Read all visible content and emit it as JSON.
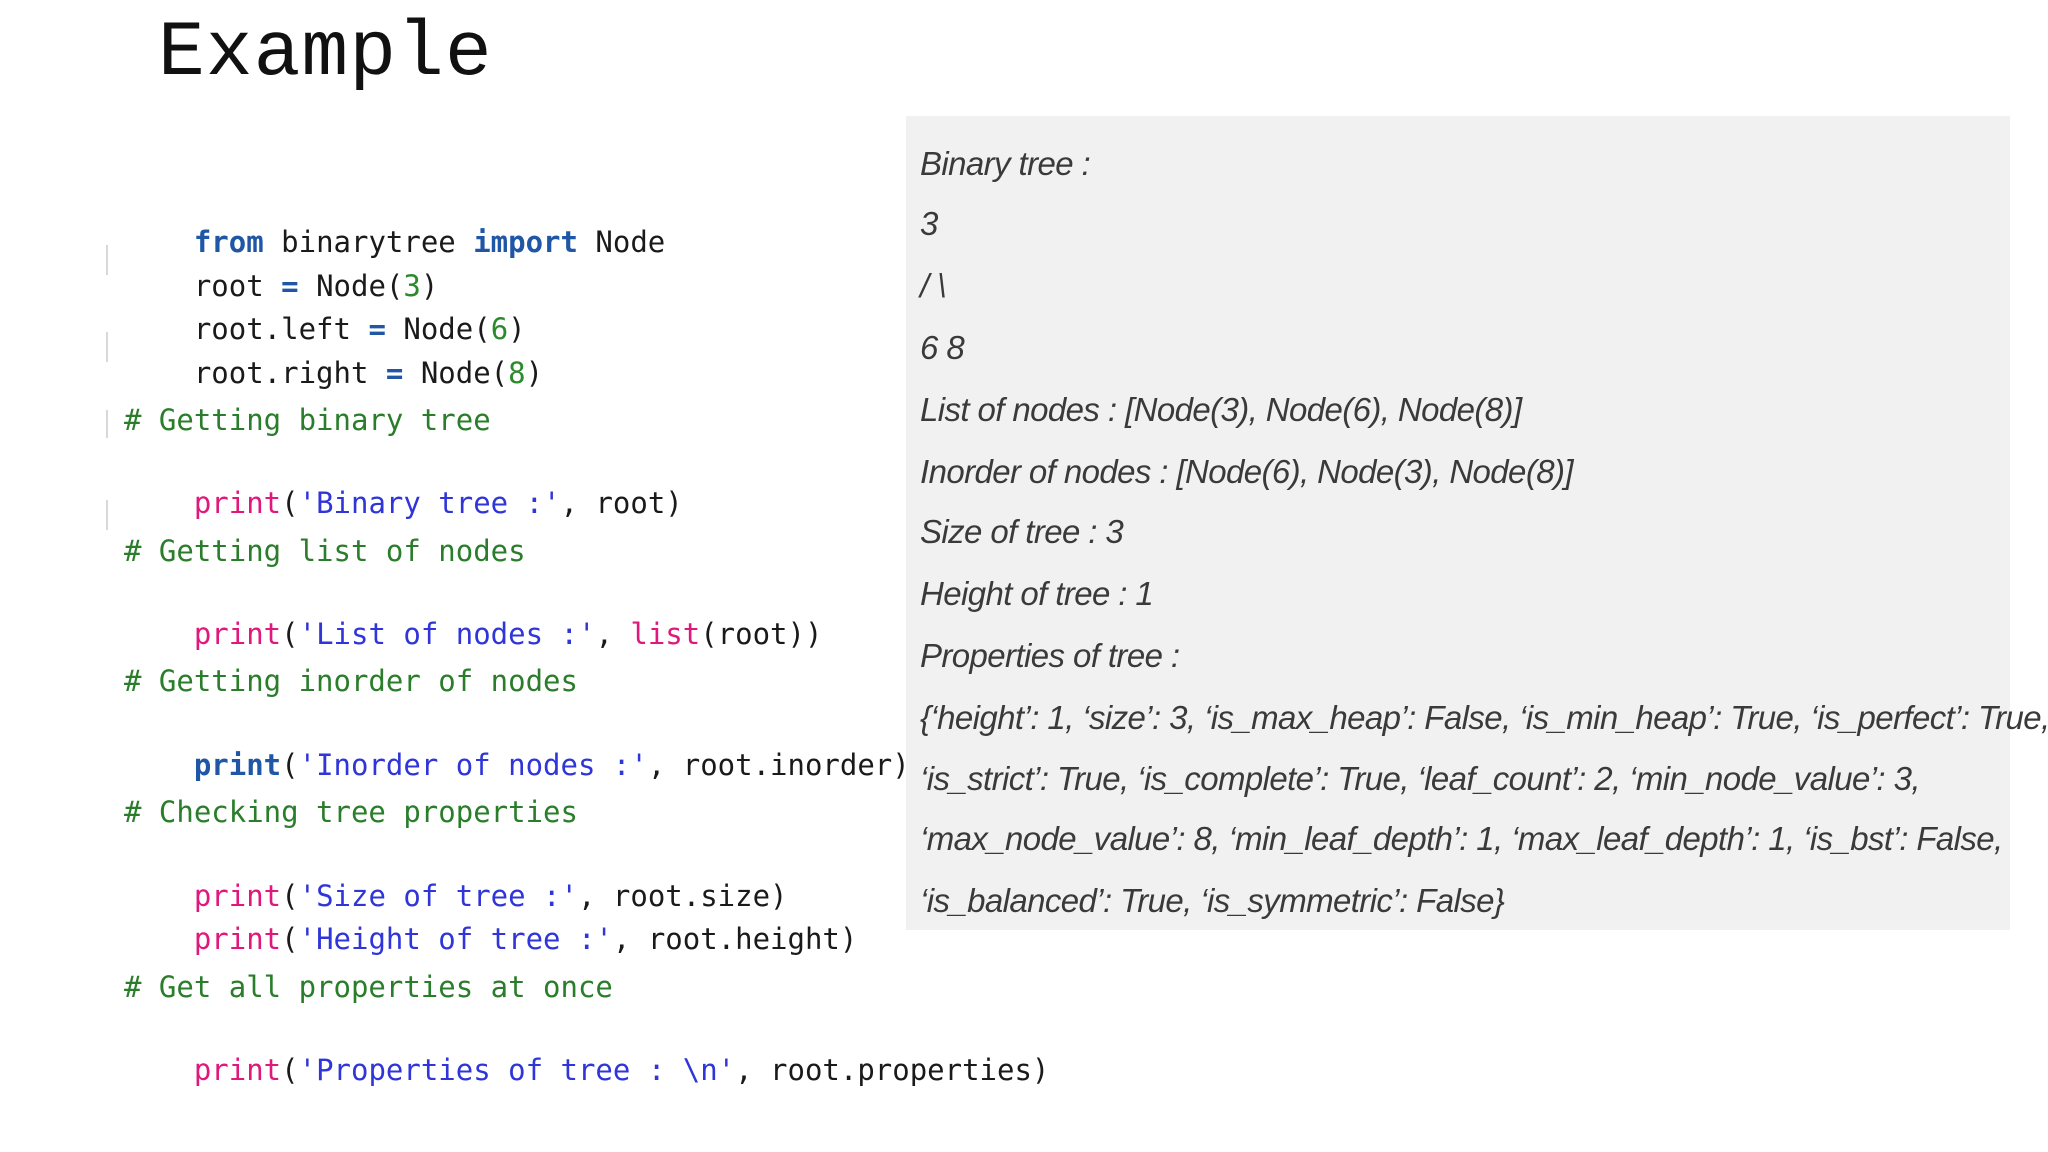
{
  "slide": {
    "title": "Example"
  },
  "code": {
    "l1": {
      "kw_from": "from",
      "module": " binarytree ",
      "kw_import": "import",
      "name": " Node"
    },
    "l2": {
      "a": "root ",
      "op": "=",
      "b": " Node(",
      "num": "3",
      "c": ")"
    },
    "l3": {
      "a": "root.left ",
      "op": "=",
      "b": " Node(",
      "num": "6",
      "c": ")"
    },
    "l4": {
      "a": "root.right ",
      "op": "=",
      "b": " Node(",
      "num": "8",
      "c": ")"
    },
    "c1": "# Getting binary tree",
    "p1": {
      "fn": "print",
      "open": "(",
      "str": "'Binary tree :'",
      "rest": ", root)"
    },
    "c2": "# Getting list of nodes",
    "p2": {
      "fn": "print",
      "open": "(",
      "str": "'List of nodes :'",
      "sep": ", ",
      "fn2": "list",
      "rest": "(root))"
    },
    "c3": "# Getting inorder of nodes",
    "p3": {
      "fn": "print",
      "open": "(",
      "str": "'Inorder of nodes :'",
      "rest": ", root.inorder)"
    },
    "c4": "# Checking tree properties",
    "p4": {
      "fn": "print",
      "open": "(",
      "str": "'Size of tree :'",
      "rest": ", root.size)"
    },
    "p5": {
      "fn": "print",
      "open": "(",
      "str": "'Height of tree :'",
      "rest": ", root.height)"
    },
    "c5": "# Get all properties at once",
    "p6": {
      "fn": "print",
      "open": "(",
      "str": "'Properties of tree : \\n'",
      "rest": ", root.properties)"
    }
  },
  "output": {
    "lines": [
      "Binary tree :",
      "3",
      "/ \\",
      "6 8",
      "List of nodes : [Node(3), Node(6), Node(8)]",
      "Inorder of nodes : [Node(6), Node(3), Node(8)]",
      "Size of tree : 3",
      "Height of tree : 1",
      "Properties of tree :",
      "{‘height’: 1, ‘size’: 3, ‘is_max_heap’: False, ‘is_min_heap’: True, ‘is_perfect’: True,",
      "‘is_strict’: True, ‘is_complete’: True, ‘leaf_count’: 2, ‘min_node_value’: 3,",
      "‘max_node_value’: 8, ‘min_leaf_depth’: 1, ‘max_leaf_depth’: 1, ‘is_bst’: False,",
      "‘is_balanced’: True, ‘is_symmetric’: False}"
    ]
  }
}
